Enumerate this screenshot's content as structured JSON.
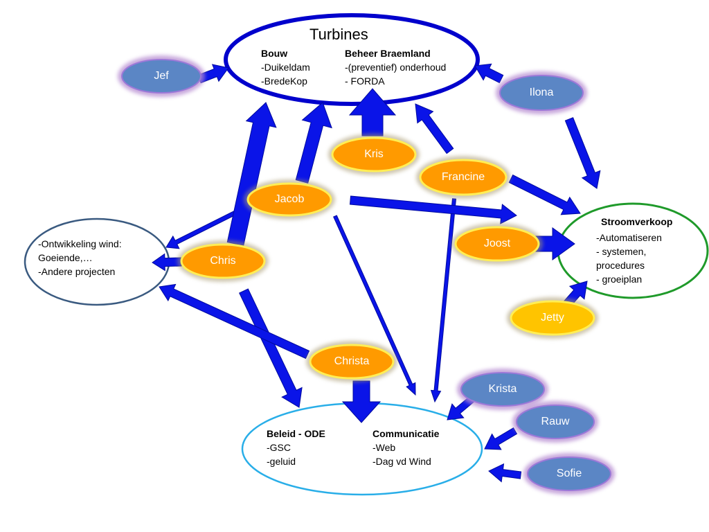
{
  "colors": {
    "arrow": "#0a14e8",
    "arrow_stroke": "#000a9e",
    "blue_person_fill": "#5b86c5",
    "blue_person_glow": "#b58ad0",
    "orange_person_fill": "#ff9a00",
    "orange_person_border": "#ffee55",
    "yellow_person_fill": "#ffc400",
    "turbines_border": "#0000cc",
    "stroomverkoop_border": "#1f9a2a",
    "ontwikkeling_border": "#3a5a80",
    "beleid_border": "#29aee8"
  },
  "hubs": {
    "turbines": {
      "title": "Turbines",
      "left_heading": "Bouw",
      "left_items": [
        "-Duikeldam",
        "-BredeKop"
      ],
      "right_heading": "Beheer Braemland",
      "right_items": [
        "-(preventief) onderhoud",
        "- FORDA"
      ]
    },
    "stroomverkoop": {
      "heading": "Stroomverkoop",
      "items": [
        "-Automatiseren",
        "- systemen,",
        "procedures",
        "- groeiplan"
      ]
    },
    "ontwikkeling": {
      "items": [
        "-Ontwikkeling wind:",
        "Goeiende,…",
        "-Andere projecten"
      ]
    },
    "beleid": {
      "left_heading": "Beleid - ODE",
      "left_items": [
        "-GSC",
        "-geluid"
      ],
      "right_heading": "Communicatie",
      "right_items": [
        "-Web",
        "-Dag vd Wind"
      ]
    }
  },
  "people": {
    "jef": "Jef",
    "ilona": "Ilona",
    "kris": "Kris",
    "francine": "Francine",
    "jacob": "Jacob",
    "joost": "Joost",
    "chris": "Chris",
    "jetty": "Jetty",
    "christa": "Christa",
    "krista": "Krista",
    "rauw": "Rauw",
    "sofie": "Sofie"
  }
}
